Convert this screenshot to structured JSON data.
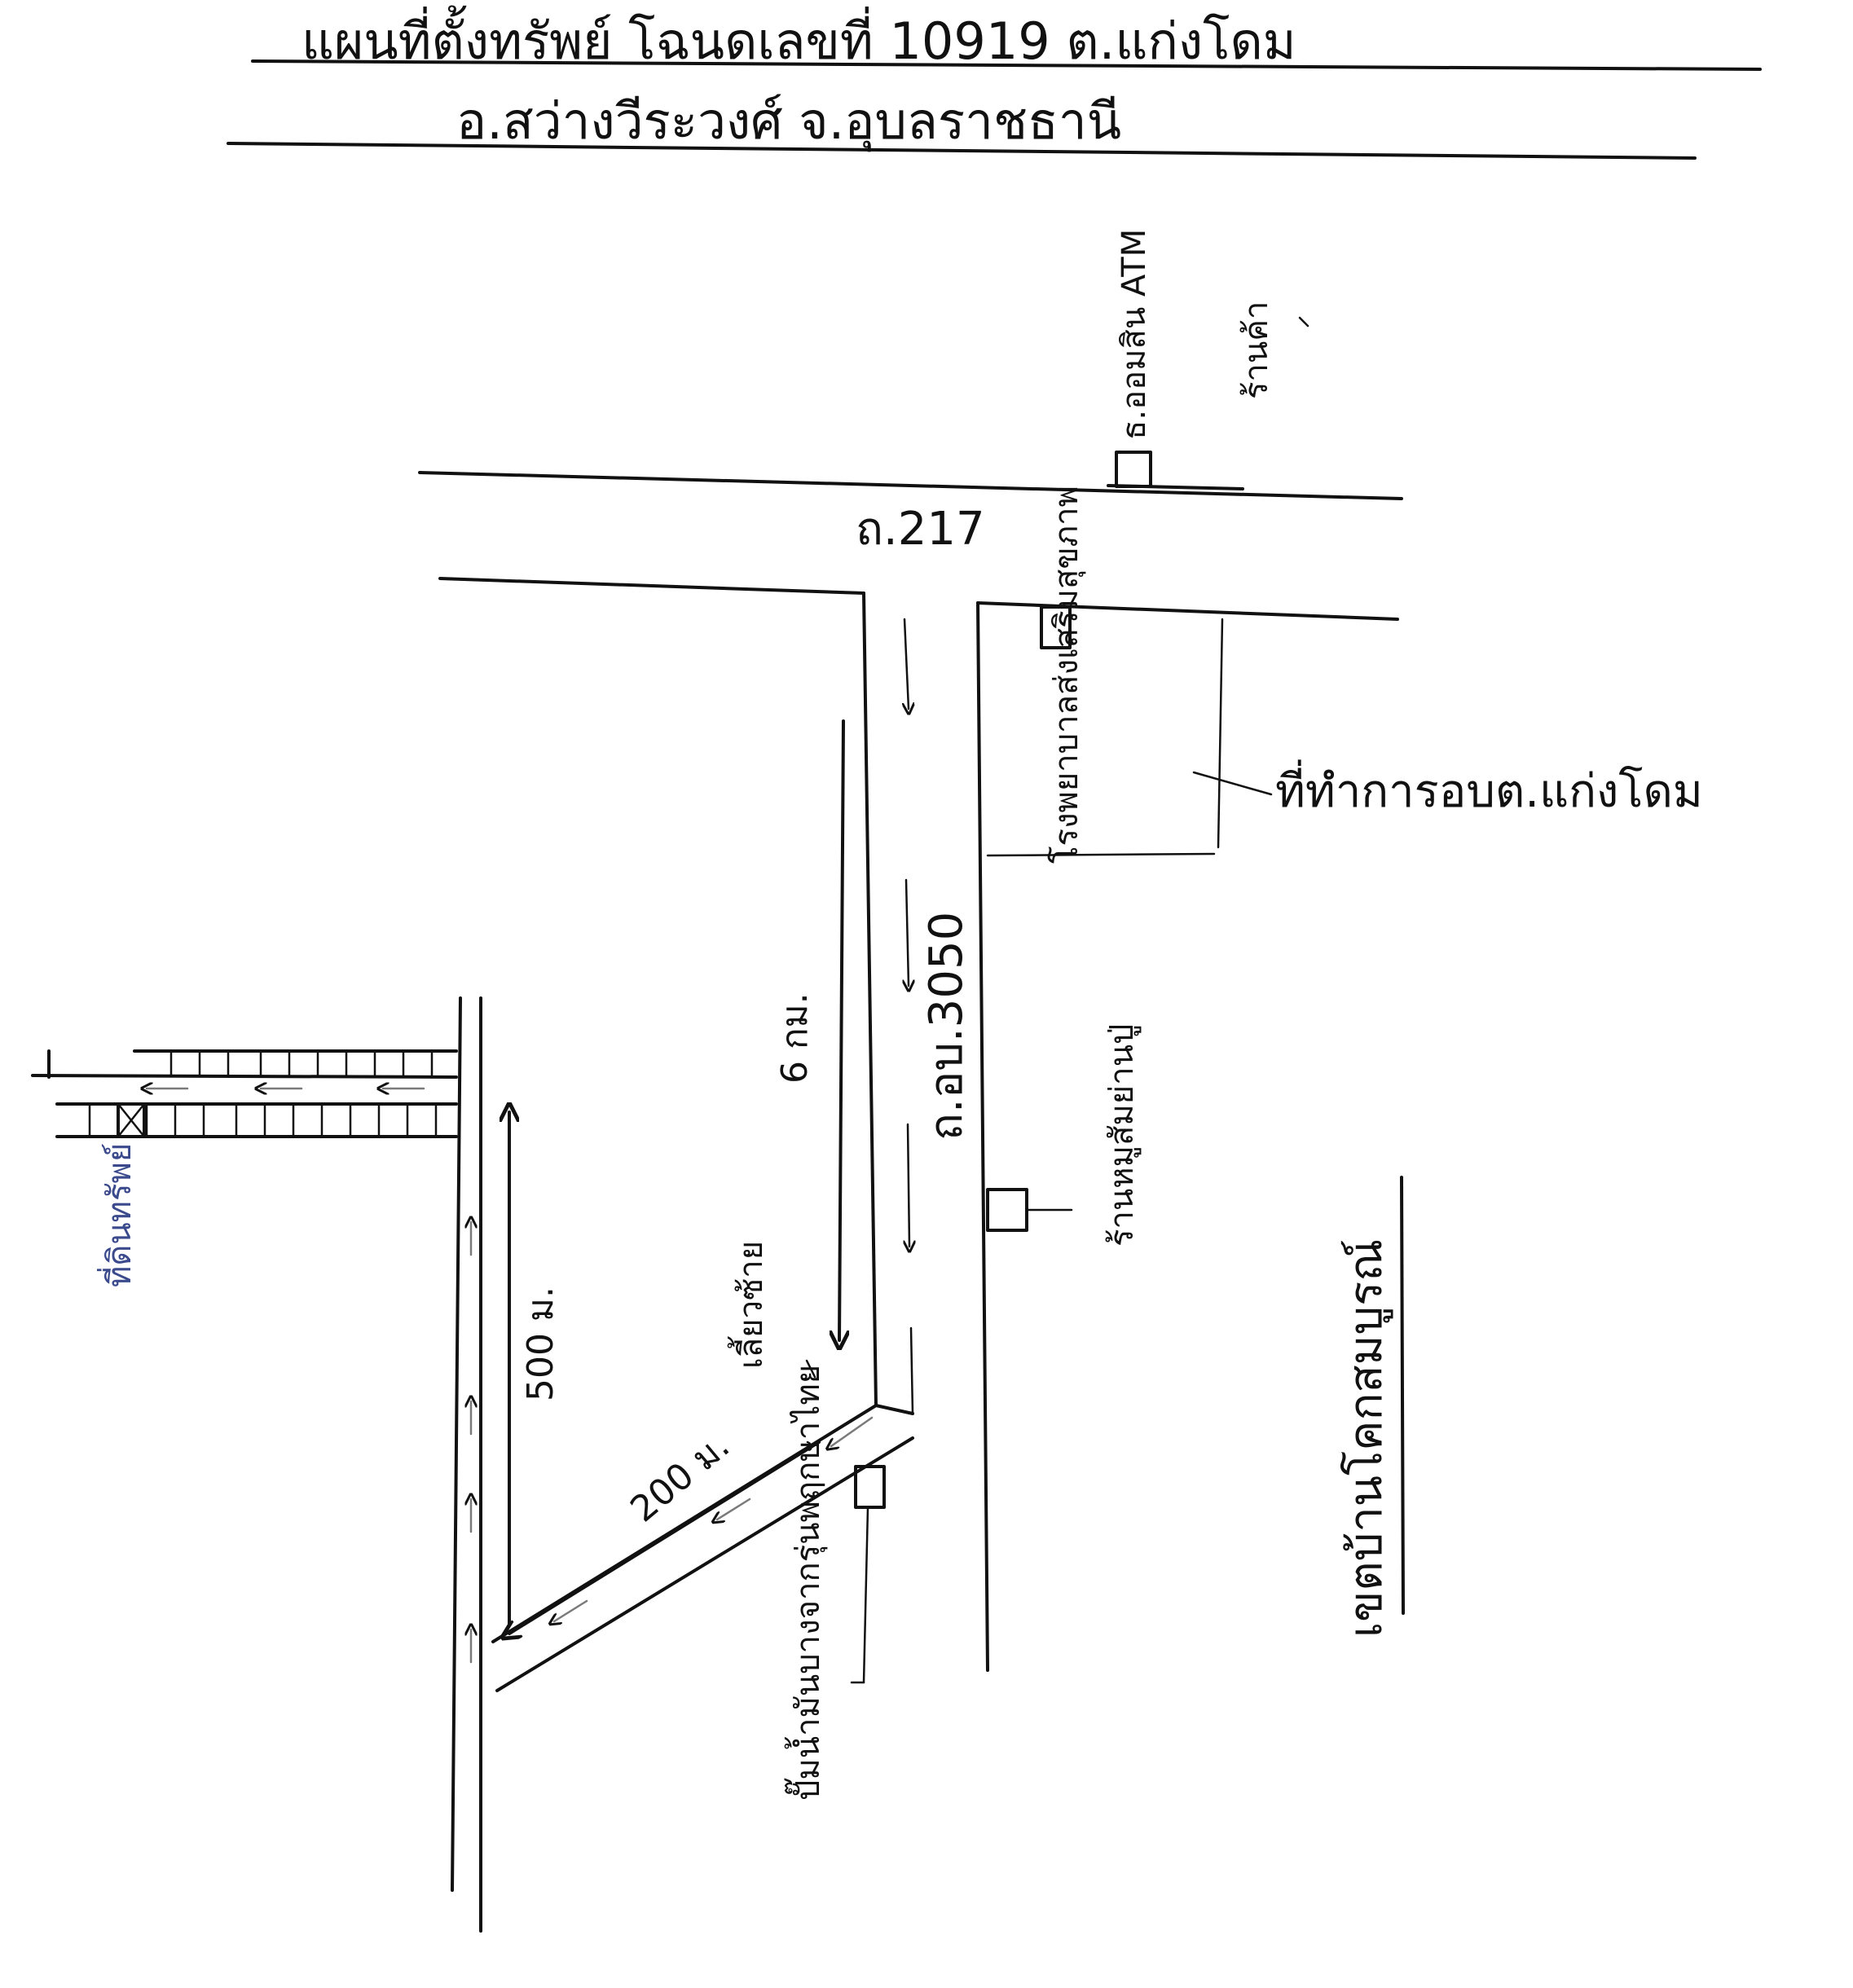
{
  "title": {
    "line1": "แผนที่ตั้งทรัพย์ โฉนดเลขที่ 10919 ต.แก่งโดม",
    "line2": "อ.สว่างวีระวงศ์ จ.อุบลราชธานี"
  },
  "roads": {
    "main_road": "ถ.217",
    "side_road": "ถ.อบ.3050"
  },
  "landmarks": {
    "atm": "ธ.ออมสิน ATM",
    "atm_sub": "ร้านค้า",
    "hospital": "โรงพยาบาลส่งเสริมสุขภาพ",
    "tambon_office": "ที่ทำการอบต.แก่งโดม",
    "shop": "ร้านหมูสัมย่านปู่",
    "gas_station": "ปั๊มน้ำมันบางจากรุ่นพฤกษาไทย",
    "turn_left": "เลี้ยวซ้าย",
    "zone": "เขตบ้านโคกสมบูรณ์",
    "property": "ที่ดินทรัพย์"
  },
  "distances": {
    "d1": "6 กม.",
    "d2": "200 ม.",
    "d3": "500 ม."
  }
}
